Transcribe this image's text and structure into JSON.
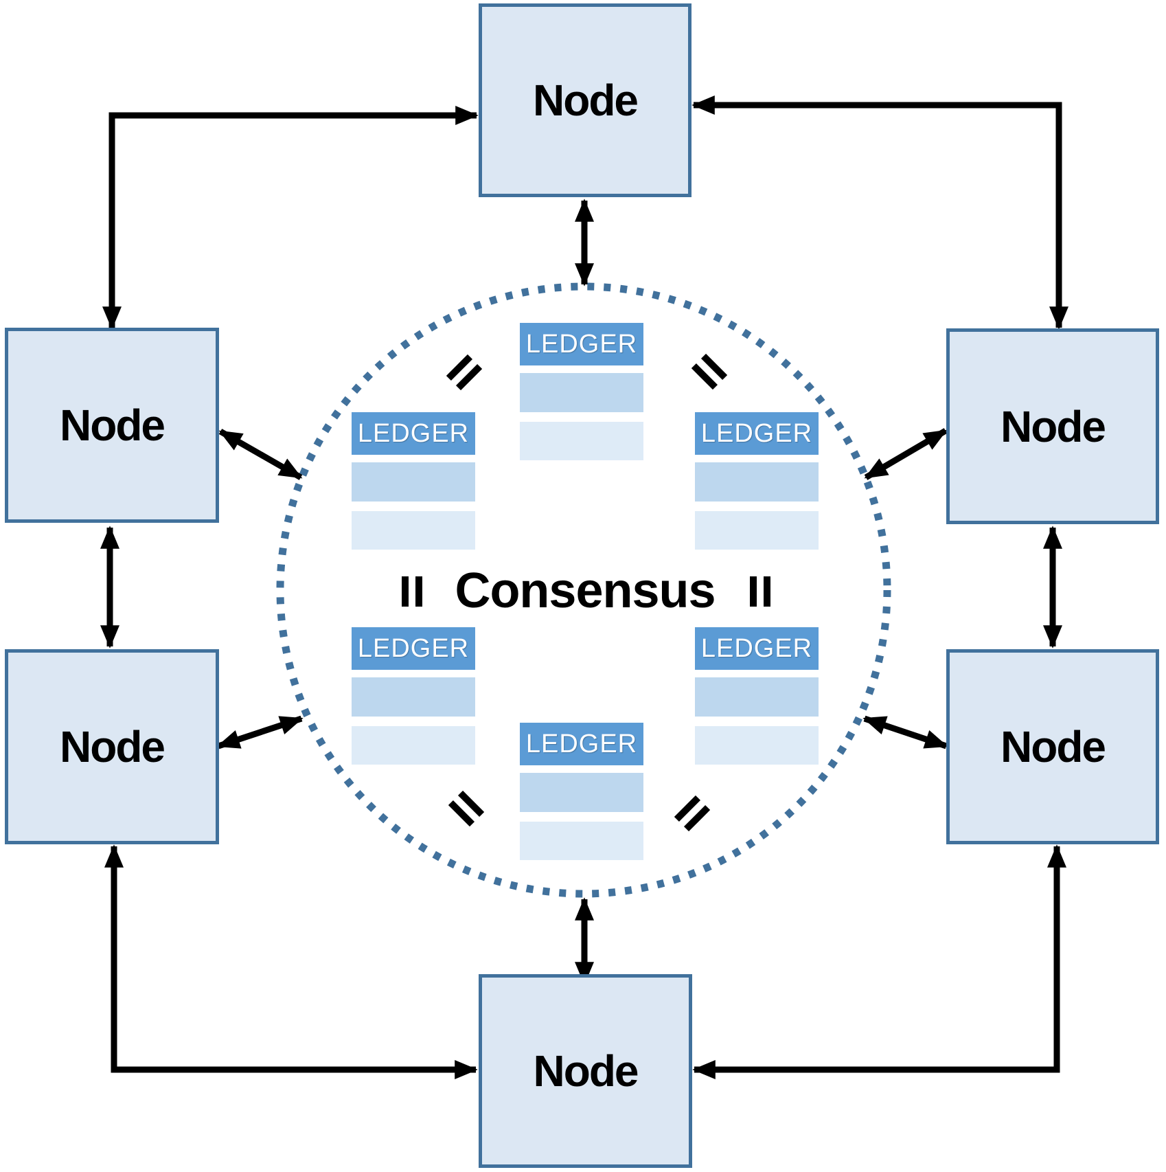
{
  "diagram": {
    "consensus": {
      "label": "Consensus"
    },
    "nodes": [
      {
        "id": "top",
        "label": "Node"
      },
      {
        "id": "upper-left",
        "label": "Node"
      },
      {
        "id": "upper-right",
        "label": "Node"
      },
      {
        "id": "lower-left",
        "label": "Node"
      },
      {
        "id": "lower-right",
        "label": "Node"
      },
      {
        "id": "bottom",
        "label": "Node"
      }
    ],
    "ledgers": [
      {
        "id": "top",
        "label": "LEDGER"
      },
      {
        "id": "upper-left",
        "label": "LEDGER"
      },
      {
        "id": "upper-right",
        "label": "LEDGER"
      },
      {
        "id": "lower-left",
        "label": "LEDGER"
      },
      {
        "id": "lower-right",
        "label": "LEDGER"
      },
      {
        "id": "bottom",
        "label": "LEDGER"
      }
    ],
    "colors": {
      "node_fill": "#dce7f3",
      "node_border": "#41719c",
      "ledger_header": "#5b9bd5",
      "ledger_row_medium": "#bdd7ee",
      "ledger_row_light": "#deebf7",
      "circle_dot": "#41719c",
      "arrow": "#000000",
      "text": "#000000",
      "ledger_text": "#ffffff"
    }
  }
}
